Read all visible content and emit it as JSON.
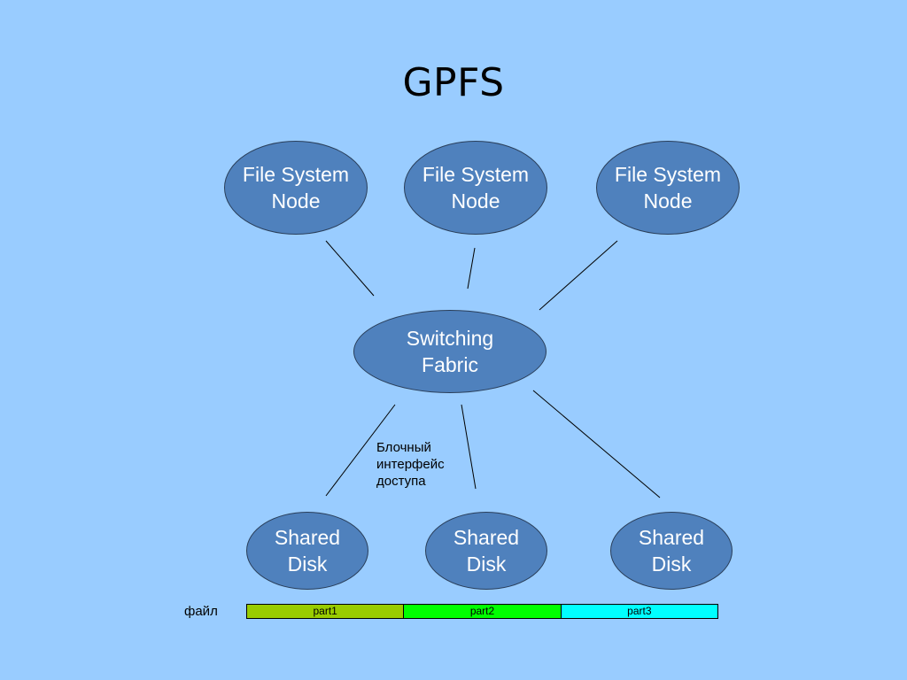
{
  "title": "GPFS",
  "nodes": [
    {
      "label": "File System\nNode"
    },
    {
      "label": "File System\nNode"
    },
    {
      "label": "File System\nNode"
    }
  ],
  "fabric": {
    "label": "Switching\nFabric"
  },
  "disks": [
    {
      "label": "Shared\nDisk"
    },
    {
      "label": "Shared\nDisk"
    },
    {
      "label": "Shared\nDisk"
    }
  ],
  "note": "Блочный\nинтерфейс\nдоступа",
  "file": {
    "label": "файл",
    "parts": [
      {
        "label": "part1",
        "color": "#99CC00"
      },
      {
        "label": "part2",
        "color": "#00FF00"
      },
      {
        "label": "part3",
        "color": "#00FFFF"
      }
    ]
  },
  "colors": {
    "background": "#99CCFF",
    "node_fill": "#4F81BD",
    "node_border": "#2A3F5A",
    "node_text": "#FFFFFF"
  }
}
